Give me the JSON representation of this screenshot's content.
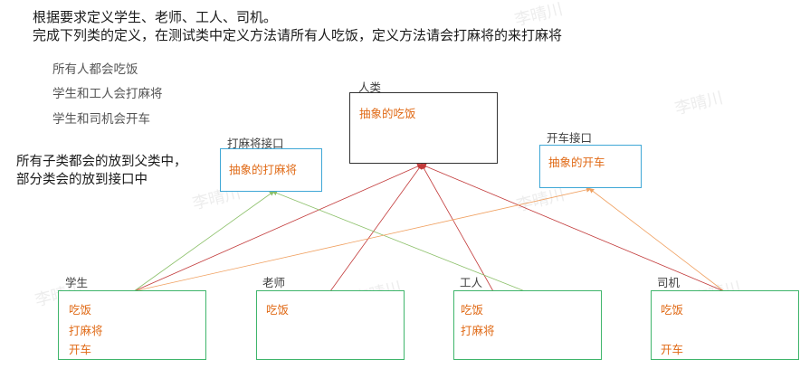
{
  "intro": {
    "line1": "根据要求定义学生、老师、工人、司机。",
    "line2": "完成下列类的定义，在测试类中定义方法请所有人吃饭，定义方法请会打麻将的来打麻将"
  },
  "notes": [
    "所有人都会吃饭",
    "学生和工人会打麻将",
    "学生和司机会开车"
  ],
  "side_note": {
    "line1": "所有子类都会的放到父类中，",
    "line2": "部分类会的放到接口中"
  },
  "watermark": "李晴川",
  "person": {
    "label": "人类",
    "method": "抽象的吃饭"
  },
  "mahjong_interface": {
    "label": "打麻将接口",
    "method": "抽象的打麻将"
  },
  "driving_interface": {
    "label": "开车接口",
    "method": "抽象的开车"
  },
  "classes": {
    "student": {
      "label": "学生",
      "methods": [
        "吃饭",
        "打麻将",
        "开车"
      ]
    },
    "teacher": {
      "label": "老师",
      "methods": [
        "吃饭"
      ]
    },
    "worker": {
      "label": "工人",
      "methods": [
        "吃饭",
        "打麻将"
      ]
    },
    "driver": {
      "label": "司机",
      "methods": [
        "吃饭",
        "开车"
      ]
    }
  },
  "colors": {
    "inheritance_line": "#c23a3a",
    "mahjong_line": "#8cc06a",
    "driving_line": "#f0a060",
    "method_text": "#e06a16",
    "class_border": "#3fb56b",
    "interface_border": "#3fa7d6"
  }
}
